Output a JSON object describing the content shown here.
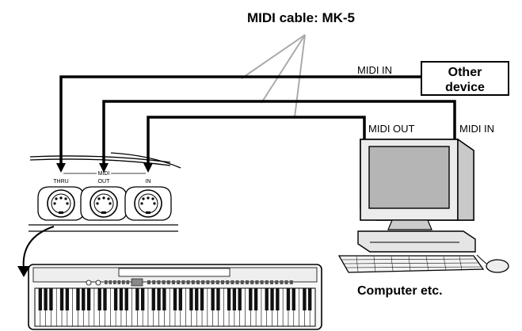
{
  "labels": {
    "cable": "MIDI cable: MK-5",
    "midi_in_top": "MIDI IN",
    "other_device": [
      "Other",
      "device"
    ],
    "midi_out_pc": "MIDI OUT",
    "midi_in_pc": "MIDI IN",
    "thru": "THRU",
    "midi_group": "MIDI",
    "out": "OUT",
    "in": "IN",
    "computer": "Computer etc."
  }
}
